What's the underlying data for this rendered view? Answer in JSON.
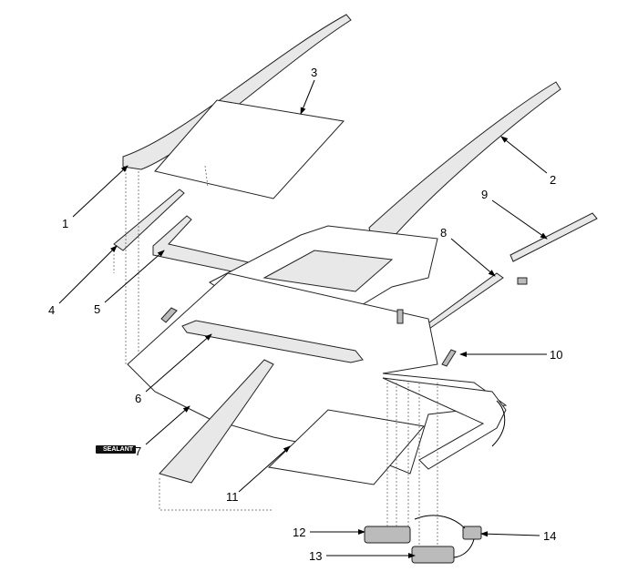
{
  "diagram": {
    "labels": [
      "1",
      "2",
      "3",
      "4",
      "5",
      "6",
      "7",
      "8",
      "9",
      "10",
      "11",
      "12",
      "13",
      "14"
    ],
    "sealant_label": "SEALANT"
  }
}
